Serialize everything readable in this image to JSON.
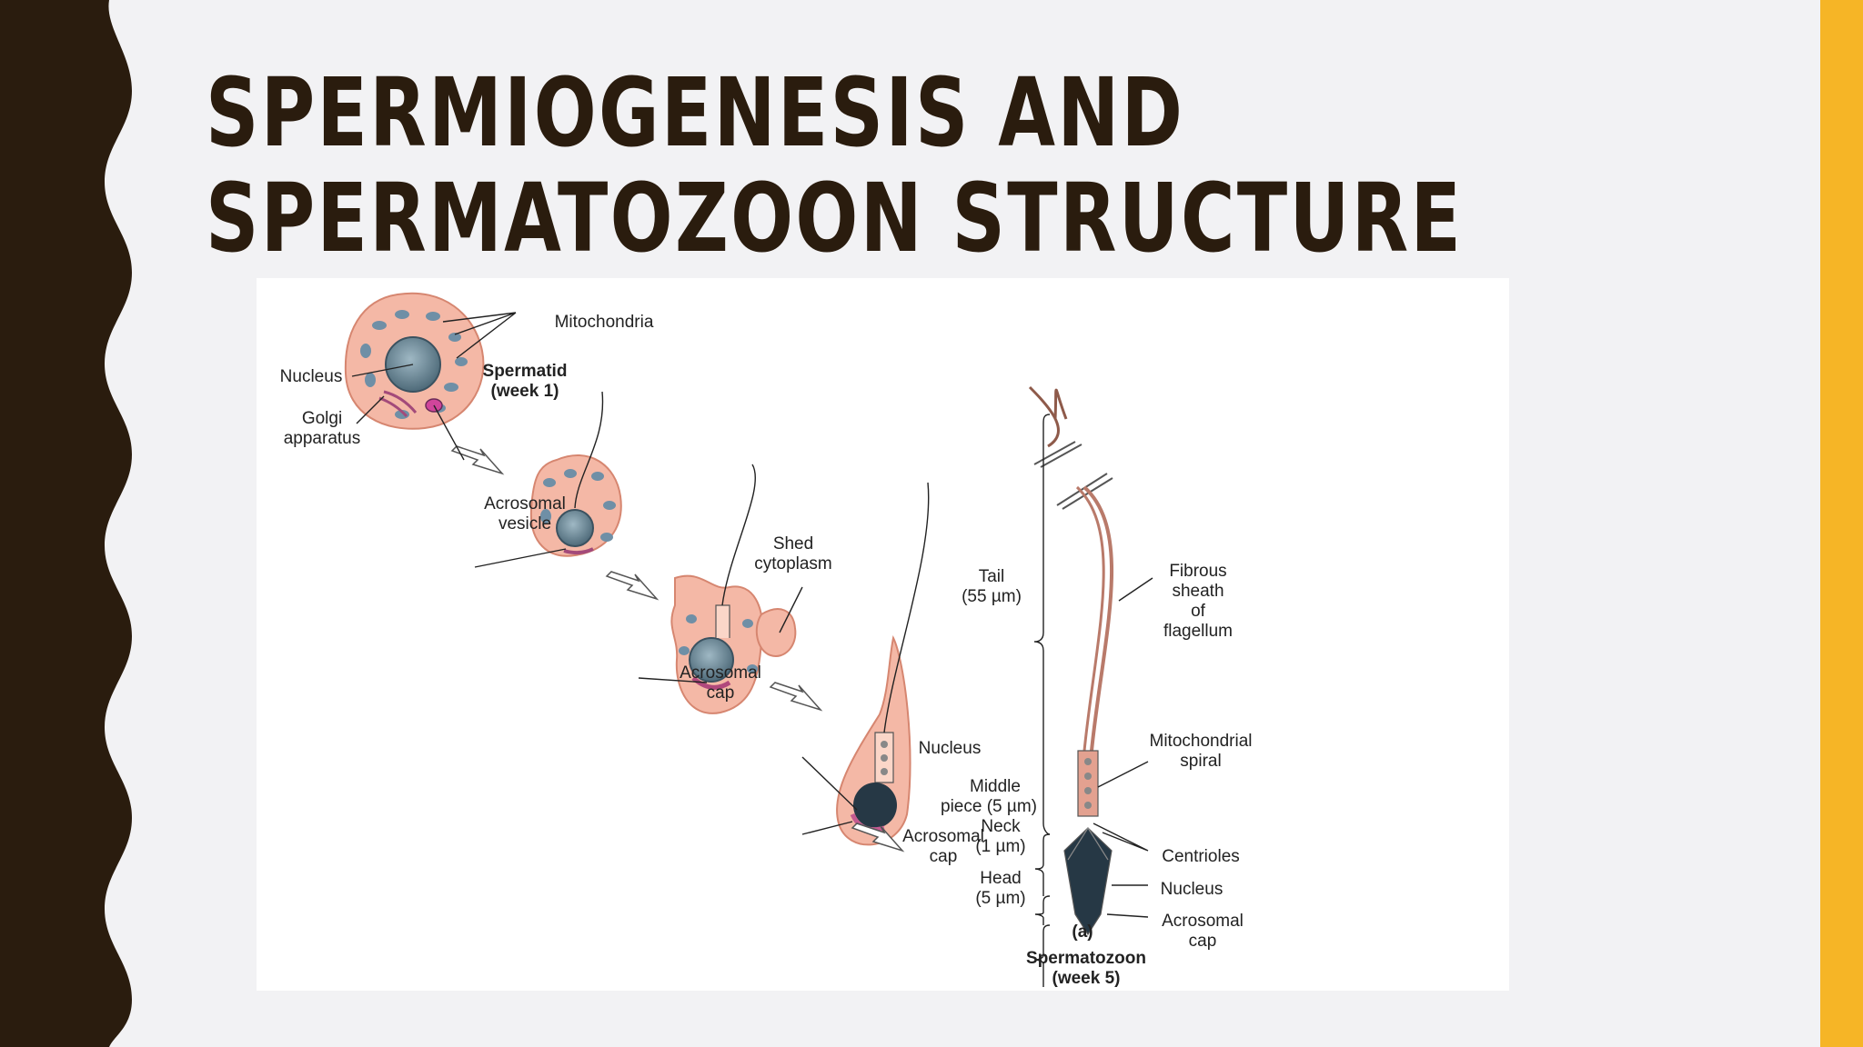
{
  "slide": {
    "title_line1": "SPERMIOGENESIS AND",
    "title_line2": "SPERMATOZOON STRUCTURE",
    "colors": {
      "left_band": "#2a1c0e",
      "right_band": "#f6b526",
      "background": "#f2f2f4",
      "cell_fill": "#f4b8a6"
    }
  },
  "diagram": {
    "labels": {
      "mitochondria": "Mitochondria",
      "nucleus_1": "Nucleus",
      "spermatid_1": "Spermatid",
      "spermatid_2": "(week 1)",
      "golgi_1": "Golgi",
      "golgi_2": "apparatus",
      "acro_vesicle_1": "Acrosomal",
      "acro_vesicle_2": "vesicle",
      "shed_1": "Shed",
      "shed_2": "cytoplasm",
      "acro_cap_a_1": "Acrosomal",
      "acro_cap_a_2": "cap",
      "nucleus_2": "Nucleus",
      "acro_cap_b_1": "Acrosomal",
      "acro_cap_b_2": "cap",
      "panel": "(a)",
      "tail_1": "Tail",
      "tail_2": "(55 µm)",
      "middle_1": "Middle",
      "middle_2": "piece (5 µm)",
      "neck_1": "Neck",
      "neck_2": "(1 µm)",
      "head_1": "Head",
      "head_2": "(5 µm)",
      "fibrous_1": "Fibrous",
      "fibrous_2": "sheath",
      "fibrous_3": "of",
      "fibrous_4": "flagellum",
      "mito_spiral_1": "Mitochondrial",
      "mito_spiral_2": "spiral",
      "centrioles": "Centrioles",
      "nucleus_3": "Nucleus",
      "acro_cap_c_1": "Acrosomal",
      "acro_cap_c_2": "cap",
      "spermatozoon_1": "Spermatozoon",
      "spermatozoon_2": "(week 5)"
    }
  }
}
